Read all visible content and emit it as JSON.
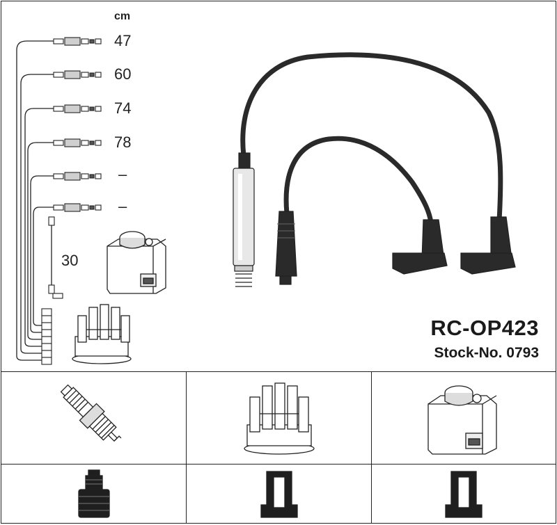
{
  "unit_label": "cm",
  "wire_lengths": [
    "47",
    "60",
    "74",
    "78",
    "–",
    "–"
  ],
  "coil_wire_length": "30",
  "product": {
    "code": "RC-OP423",
    "stock_line": "Stock-No. 0793"
  },
  "components": {
    "row1": [
      "spark-plug",
      "distributor-cap",
      "ignition-coil"
    ],
    "row2": [
      "plug-connector",
      "cap-terminal",
      "coil-terminal"
    ]
  },
  "colors": {
    "line": "#222222",
    "cable": "#2a2a2a",
    "background": "#ffffff"
  }
}
